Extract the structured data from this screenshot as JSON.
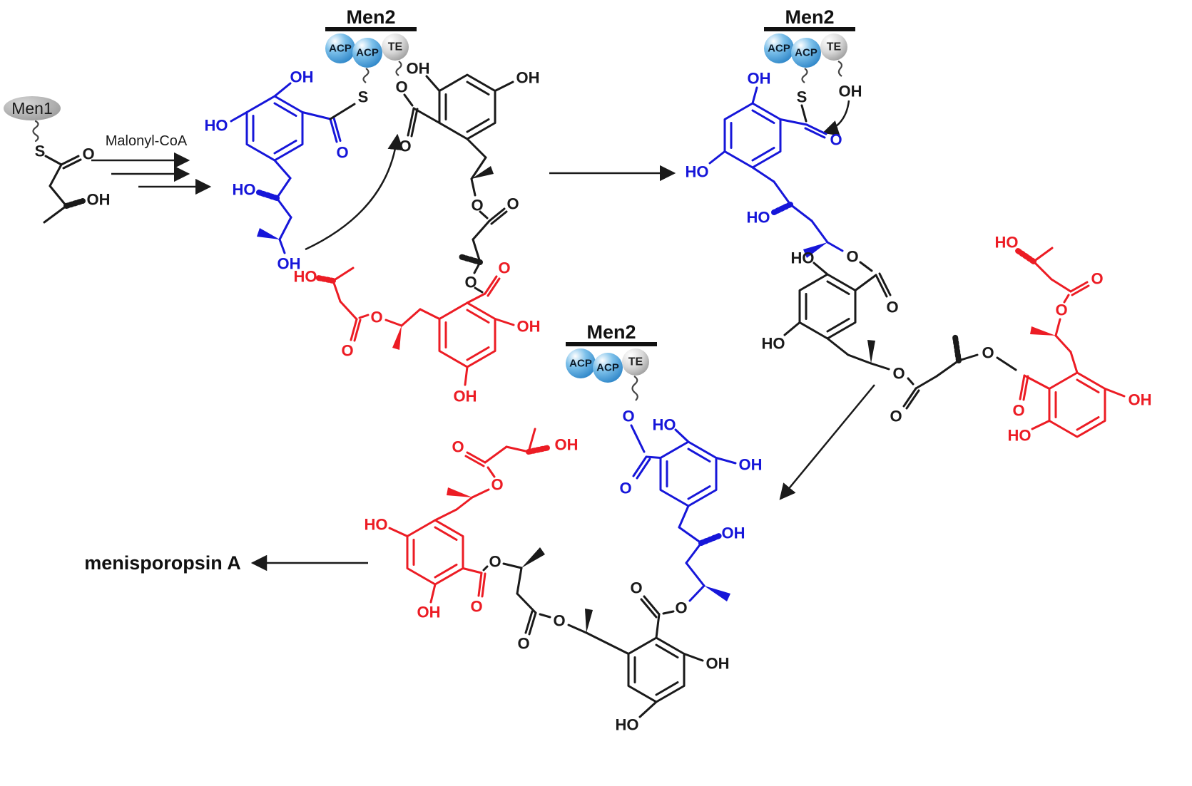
{
  "figure": {
    "type": "biosynthesis-scheme",
    "description": "Iterative polyketide assembly of menisporopsin A by Men1 and Men2 (ACP-ACP-TE)"
  },
  "labels": {
    "men1": "Men1",
    "men2": "Men2",
    "acp": "ACP",
    "te": "TE",
    "malonyl_coa": "Malonyl-CoA",
    "product": "menisporopsin A"
  },
  "atoms": {
    "oh": "OH",
    "ho": "HO",
    "o": "O",
    "s": "S"
  },
  "colors": {
    "monomer_blue": "#1616d9",
    "monomer_red": "#ec1c24",
    "monomer_black": "#1a1a1a",
    "acp_sphere": "#57a8e0",
    "te_sphere": "#c9c9c9",
    "men1_oval": "#a9a9a9",
    "enzyme_bar": "#111111"
  }
}
